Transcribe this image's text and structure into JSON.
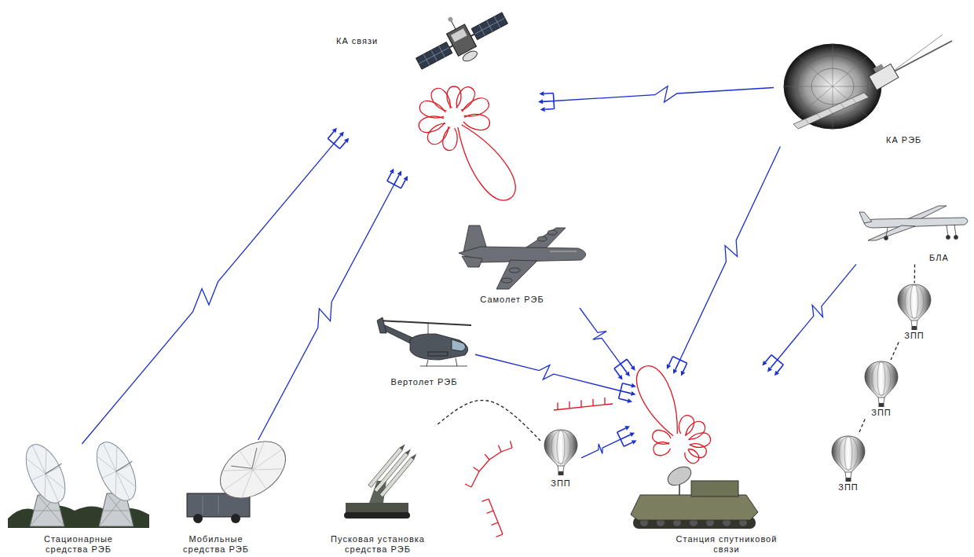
{
  "diagram": {
    "nodes": [
      {
        "text": [
          "КА связи"
        ]
      },
      {
        "text": [
          "КА РЭБ"
        ]
      },
      {
        "text": [
          "БЛА"
        ]
      },
      {
        "text": [
          "Самолет РЭБ"
        ]
      },
      {
        "text": [
          "ЗПП"
        ]
      },
      {
        "text": [
          "Вертолет РЭБ"
        ]
      },
      {
        "text": [
          "ЗПП"
        ]
      },
      {
        "text": [
          "ЗПП"
        ]
      },
      {
        "text": [
          "ЗПП"
        ]
      },
      {
        "text": [
          "Стационарные средства РЭБ"
        ]
      },
      {
        "text": [
          "Мобильные средства РЭБ"
        ]
      },
      {
        "text": [
          "Пусковая установка средства РЭБ"
        ]
      },
      {
        "text": [
          "Станция спутниковой связи"
        ]
      }
    ],
    "edges": [
      {
        "from": 9,
        "to": 0,
        "arrow": "to"
      },
      {
        "from": 10,
        "to": 0,
        "arrow": "to"
      },
      {
        "from": 1,
        "to": 0,
        "arrow": "to"
      },
      {
        "from": 1,
        "to": 12,
        "arrow": "to"
      },
      {
        "from": 3,
        "to": 12,
        "arrow": "to"
      },
      {
        "from": 5,
        "to": 12,
        "arrow": "to"
      },
      {
        "from": 2,
        "to": 12,
        "arrow": "to"
      },
      {
        "from": 7,
        "to": 12,
        "arrow": "to"
      },
      {
        "from": 11,
        "to": 7,
        "arrow": "none"
      },
      {
        "from": 2,
        "to": 4,
        "arrow": "none"
      },
      {
        "from": 4,
        "to": 6,
        "arrow": "none"
      },
      {
        "from": 6,
        "to": 8,
        "arrow": "none"
      }
    ]
  }
}
